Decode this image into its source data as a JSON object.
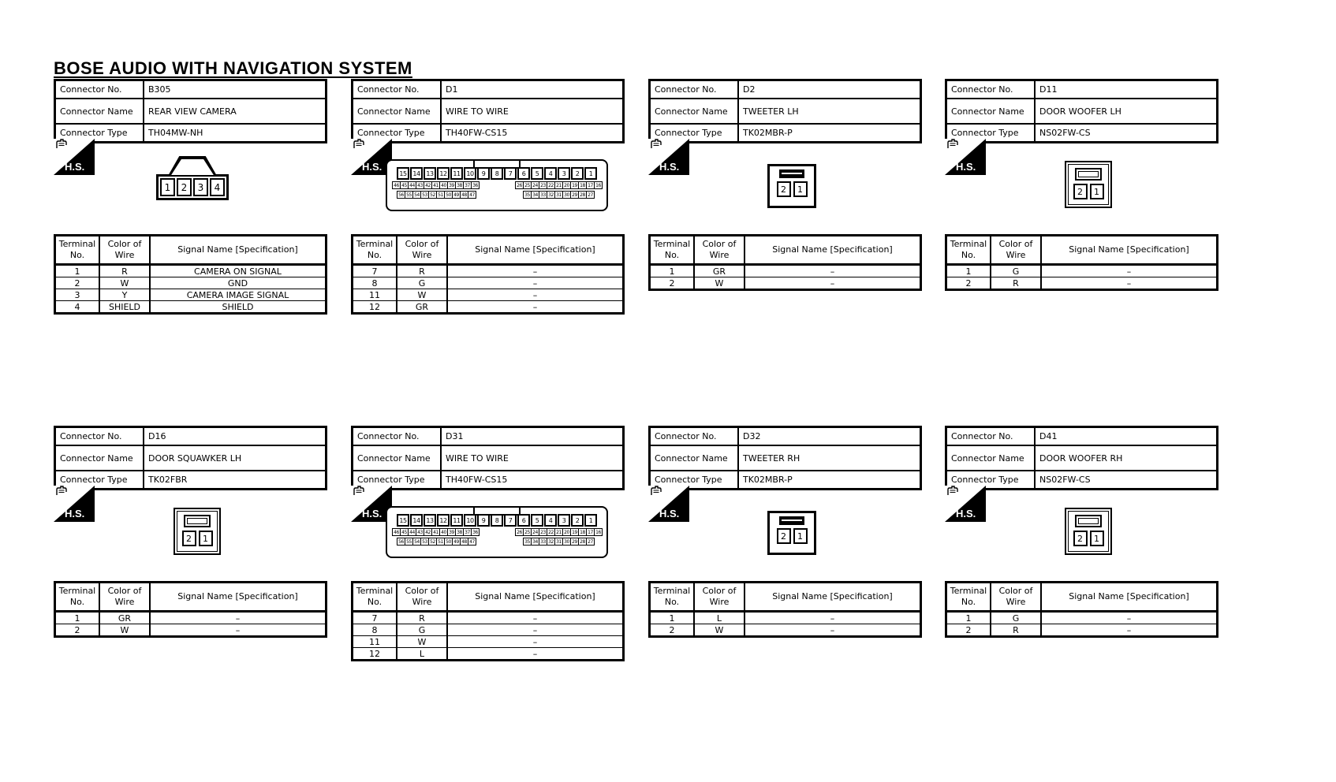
{
  "page_title": "BOSE AUDIO WITH NAVIGATION SYSTEM",
  "colors": {
    "ink": "#000000",
    "paper": "#ffffff"
  },
  "labels": {
    "connector_no": "Connector No.",
    "connector_name": "Connector Name",
    "connector_type": "Connector Type",
    "terminal_no": "Terminal No.",
    "color_of_wire": "Color of Wire",
    "signal_name": "Signal Name [Specification]",
    "hs_label": "H.S."
  },
  "connectors": [
    {
      "no": "B305",
      "name": "REAR VIEW CAMERA",
      "type": "TH04MW-NH",
      "drawing": {
        "type": "th04mw",
        "pins": [
          "1",
          "2",
          "3",
          "4"
        ]
      },
      "terminals": [
        {
          "no": "1",
          "color": "R",
          "signal": "CAMERA ON SIGNAL"
        },
        {
          "no": "2",
          "color": "W",
          "signal": "GND"
        },
        {
          "no": "3",
          "color": "Y",
          "signal": "CAMERA IMAGE SIGNAL"
        },
        {
          "no": "4",
          "color": "SHIELD",
          "signal": "SHIELD"
        }
      ]
    },
    {
      "no": "D1",
      "name": "WIRE TO WIRE",
      "type": "TH40FW-CS15",
      "drawing": {
        "type": "th40fw",
        "pins_top": [
          "15",
          "14",
          "13",
          "12",
          "11",
          "10",
          "9",
          "8",
          "7",
          "6",
          "5",
          "4",
          "3",
          "2",
          "1"
        ],
        "pins_mid_left": [
          "46",
          "45",
          "44",
          "43",
          "42",
          "41",
          "40",
          "39",
          "38",
          "37",
          "36"
        ],
        "pins_mid_right": [
          "26",
          "25",
          "24",
          "23",
          "22",
          "21",
          "20",
          "19",
          "18",
          "17",
          "16"
        ],
        "pins_bot_left": [
          "56",
          "55",
          "54",
          "53",
          "52",
          "51",
          "50",
          "49",
          "48",
          "47"
        ],
        "pins_bot_right": [
          "35",
          "34",
          "33",
          "32",
          "31",
          "30",
          "29",
          "28",
          "27"
        ]
      },
      "terminals": [
        {
          "no": "7",
          "color": "R",
          "signal": "–"
        },
        {
          "no": "8",
          "color": "G",
          "signal": "–"
        },
        {
          "no": "11",
          "color": "W",
          "signal": "–"
        },
        {
          "no": "12",
          "color": "GR",
          "signal": "–"
        }
      ]
    },
    {
      "no": "D2",
      "name": "TWEETER LH",
      "type": "TK02MBR-P",
      "drawing": {
        "type": "tk02mbr",
        "pins": [
          "2",
          "1"
        ]
      },
      "terminals": [
        {
          "no": "1",
          "color": "GR",
          "signal": "–"
        },
        {
          "no": "2",
          "color": "W",
          "signal": "–"
        }
      ]
    },
    {
      "no": "D11",
      "name": "DOOR WOOFER LH",
      "type": "NS02FW-CS",
      "drawing": {
        "type": "ns02fw",
        "pins": [
          "2",
          "1"
        ]
      },
      "terminals": [
        {
          "no": "1",
          "color": "G",
          "signal": "–"
        },
        {
          "no": "2",
          "color": "R",
          "signal": "–"
        }
      ]
    },
    {
      "no": "D16",
      "name": "DOOR SQUAWKER LH",
      "type": "TK02FBR",
      "drawing": {
        "type": "tk02fbr",
        "pins": [
          "2",
          "1"
        ]
      },
      "terminals": [
        {
          "no": "1",
          "color": "GR",
          "signal": "–"
        },
        {
          "no": "2",
          "color": "W",
          "signal": "–"
        }
      ]
    },
    {
      "no": "D31",
      "name": "WIRE TO WIRE",
      "type": "TH40FW-CS15",
      "drawing": {
        "type": "th40fw",
        "pins_top": [
          "15",
          "14",
          "13",
          "12",
          "11",
          "10",
          "9",
          "8",
          "7",
          "6",
          "5",
          "4",
          "3",
          "2",
          "1"
        ],
        "pins_mid_left": [
          "46",
          "45",
          "44",
          "43",
          "42",
          "41",
          "40",
          "39",
          "38",
          "37",
          "36"
        ],
        "pins_mid_right": [
          "26",
          "25",
          "24",
          "23",
          "22",
          "21",
          "20",
          "19",
          "18",
          "17",
          "16"
        ],
        "pins_bot_left": [
          "56",
          "55",
          "54",
          "53",
          "52",
          "51",
          "50",
          "49",
          "48",
          "47"
        ],
        "pins_bot_right": [
          "35",
          "34",
          "33",
          "32",
          "31",
          "30",
          "29",
          "28",
          "27"
        ]
      },
      "terminals": [
        {
          "no": "7",
          "color": "R",
          "signal": "–"
        },
        {
          "no": "8",
          "color": "G",
          "signal": "–"
        },
        {
          "no": "11",
          "color": "W",
          "signal": "–"
        },
        {
          "no": "12",
          "color": "L",
          "signal": "–"
        }
      ]
    },
    {
      "no": "D32",
      "name": "TWEETER RH",
      "type": "TK02MBR-P",
      "drawing": {
        "type": "tk02mbr",
        "pins": [
          "2",
          "1"
        ]
      },
      "terminals": [
        {
          "no": "1",
          "color": "L",
          "signal": "–"
        },
        {
          "no": "2",
          "color": "W",
          "signal": "–"
        }
      ]
    },
    {
      "no": "D41",
      "name": "DOOR WOOFER RH",
      "type": "NS02FW-CS",
      "drawing": {
        "type": "ns02fw",
        "pins": [
          "2",
          "1"
        ]
      },
      "terminals": [
        {
          "no": "1",
          "color": "G",
          "signal": "–"
        },
        {
          "no": "2",
          "color": "R",
          "signal": "–"
        }
      ]
    }
  ]
}
